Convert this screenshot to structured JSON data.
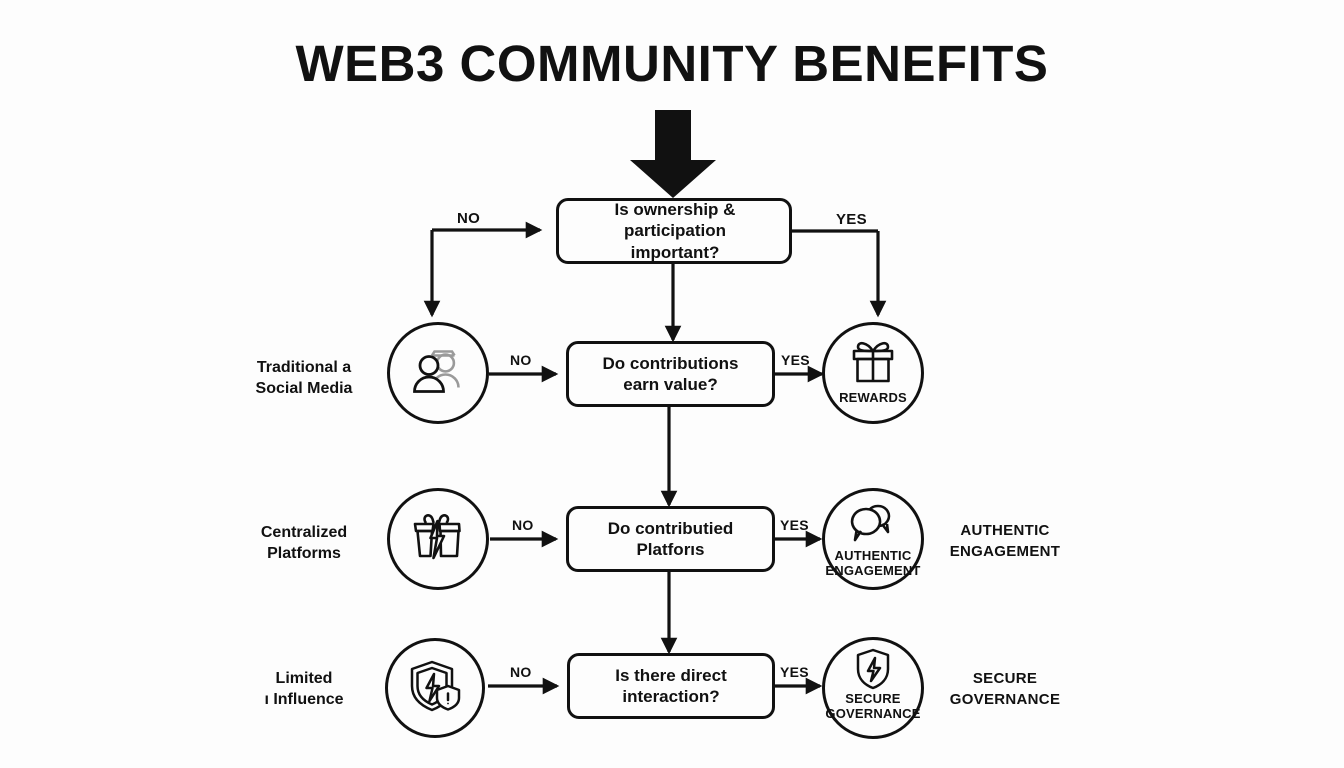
{
  "page": {
    "title": "WEB3 COMMUNITY BENEFITS",
    "background_color": "#fdfdfd",
    "ink_color": "#111111"
  },
  "entry_arrow": {
    "icon": "arrow-down-icon",
    "direction": "down"
  },
  "decisions": [
    {
      "id": "q1",
      "text": "Is ownership & participation\nimportant?",
      "no_label": "NO",
      "yes_label": "YES"
    },
    {
      "id": "q2",
      "text": "Do contributions\nearn value?",
      "no_label": "NO",
      "yes_label": "YES"
    },
    {
      "id": "q3",
      "text": "Do contributied\nPlatforıs",
      "no_label": "NO",
      "yes_label": "YES"
    },
    {
      "id": "q4",
      "text": "Is there direct\ninteraction?",
      "no_label": "NO",
      "yes_label": "YES"
    }
  ],
  "left_nodes": [
    {
      "id": "traditional",
      "label": "Traditional a\nSocial Media",
      "icon": "users-icon"
    },
    {
      "id": "centralized",
      "label": "Centralized\nPlatforms",
      "icon": "broken-gift-icon"
    },
    {
      "id": "limited",
      "label": "Limited\nı Influence",
      "icon": "shield-bolt-icon"
    }
  ],
  "right_nodes": [
    {
      "id": "rewards",
      "circle_label": "REWARDS",
      "icon": "gift-icon",
      "outside_label": ""
    },
    {
      "id": "engagement",
      "circle_label": "AUTHENTIC\nENGAGEMENT",
      "icon": "speech-bubbles-icon",
      "outside_label": "AUTHENTIC\nENGAGEMENT"
    },
    {
      "id": "governance",
      "circle_label": "SECURE\nGOVERNANCE",
      "icon": "shield-bolt-small-icon",
      "outside_label": "SECURE\nGOVERNANCE"
    }
  ]
}
